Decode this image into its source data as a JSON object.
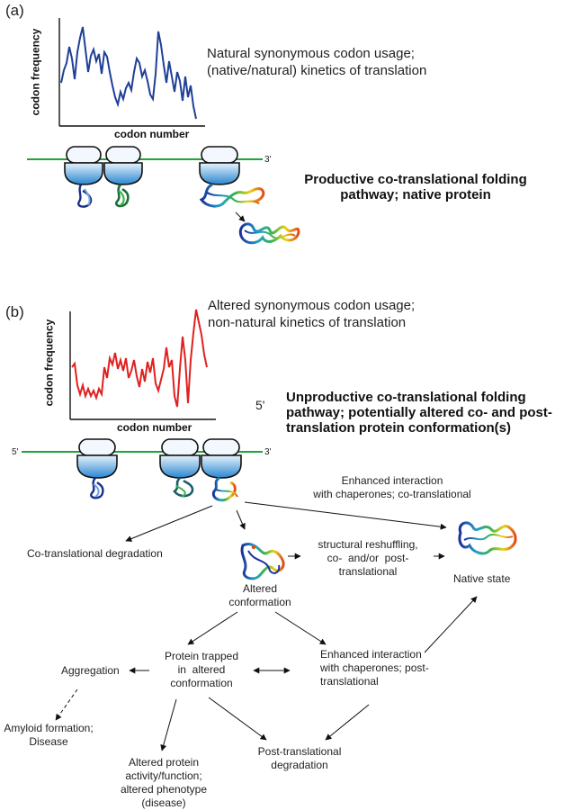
{
  "panel_a": {
    "label": "(a)",
    "y_axis_label": "codon frequency",
    "x_axis_label": "codon number",
    "description": "Natural synonymous codon usage;\n(native/natural) kinetics of translation",
    "mrna_end_label": "3'",
    "outcome": "Productive co-translational folding\npathway; native protein",
    "line_color": "#1f3f98"
  },
  "panel_b": {
    "label": "(b)",
    "y_axis_label": "codon frequency",
    "x_axis_label": "codon number",
    "description": "Altered synonymous codon usage;\nnon-natural kinetics of translation",
    "five_prime_label": "5'",
    "mrna_start_label": "5'",
    "mrna_end_label": "3'",
    "outcome": "Unproductive co-translational folding\npathway; potentially altered co- and post-\ntranslation protein conformation(s)",
    "line_color": "#e02020"
  },
  "flowchart": {
    "chaperone_cotranslational": "Enhanced interaction\nwith chaperones; co-translational",
    "cotranslational_degradation": "Co-translational degradation",
    "structural_reshuffling": "structural reshuffling,\nco-  and/or  post-\ntranslational",
    "altered_conformation": "Altered\nconformation",
    "native_state": "Native state",
    "protein_trapped": "Protein trapped\nin  altered\nconformation",
    "aggregation": "Aggregation",
    "chaperone_posttranslational": "Enhanced interaction\nwith chaperones; post-\ntranslational",
    "amyloid": "Amyloid formation;\nDisease",
    "altered_activity": "Altered protein\nactivity/function;\naltered phenotype\n(disease)",
    "posttranslational_degradation": "Post-translational\ndegradation"
  },
  "colors": {
    "mrna": "#22a33a",
    "ribosome_top": "#cfe8f8",
    "ribosome_bottom": "#2f8fd8"
  }
}
